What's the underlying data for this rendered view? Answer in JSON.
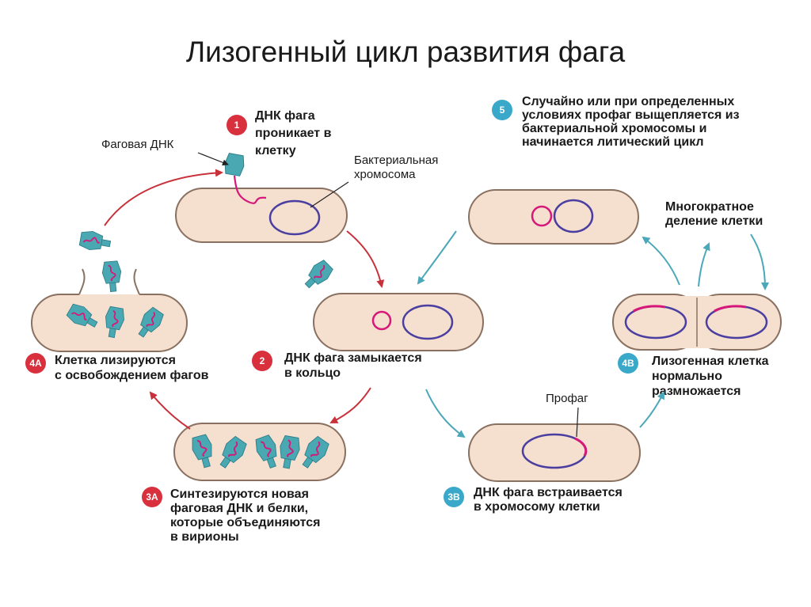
{
  "title": "Лизогенный цикл развития фага",
  "labels": {
    "phage_dna": "Фаговая ДНК",
    "bacterial_chromosome": [
      "Бактериальная",
      "хромосома"
    ],
    "prophage": "Профаг"
  },
  "steps": {
    "s1": {
      "badge": "1",
      "lines": [
        "ДНК фага",
        "проникает в",
        "клетку"
      ]
    },
    "s2": {
      "badge": "2",
      "lines": [
        "ДНК фага замыкается",
        "в кольцо"
      ]
    },
    "s3a": {
      "badge": "3A",
      "lines": [
        "Синтезируются новая",
        "фаговая ДНК и белки,",
        "которые объединяются",
        "в вирионы"
      ]
    },
    "s4a": {
      "badge": "4A",
      "lines": [
        "Клетка лизируются",
        "с освобождением фагов"
      ]
    },
    "s3b": {
      "badge": "3B",
      "lines": [
        "ДНК фага встраивается",
        "в хромосому клетки"
      ]
    },
    "s4b": {
      "badge": "4B",
      "lines": [
        "Лизогенная клетка",
        "нормально",
        "размножается"
      ]
    },
    "s5": {
      "badge": "5",
      "lines": [
        "Случайно или при определенных",
        "условиях профаг выщепляется из",
        "бактериальной хромосомы и",
        "начинается литический цикл"
      ]
    },
    "multi": {
      "lines": [
        "Многократное",
        "деление клетки"
      ]
    }
  },
  "colors": {
    "cell_fill": "#f5dfcf",
    "cell_stroke": "#8a7060",
    "chromosome": "#4a3fa0",
    "phage_dna": "#d6187a",
    "phage": "#4aa8b3",
    "lytic_arrow": "#c8303a",
    "lysogenic_arrow": "#4aa8b8",
    "badge_red": "#d8303c",
    "badge_teal": "#3aa8c8"
  }
}
